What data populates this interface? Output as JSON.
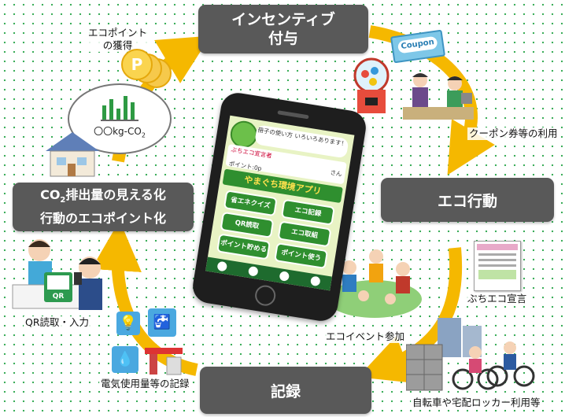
{
  "steps": {
    "incentive": "インセンティブ\n付与",
    "eco_action": "エコ行動",
    "record": "記録",
    "visualize_line1": "CO",
    "visualize_sub": "2",
    "visualize_line1_rest": "排出量の見える化",
    "visualize_line2": "行動のエコポイント化"
  },
  "labels": {
    "eco_point": "エコポイント\nの獲得",
    "coupon_use": "クーポン券等の利用",
    "declaration": "ぶちエコ宣言",
    "event": "エコイベント参加",
    "bike_locker": "自転車や宅配ロッカー利用等",
    "electricity": "電気使用量等の記録",
    "qr": "QR読取・入力"
  },
  "bubble": {
    "text_main": "〇〇kg-CO",
    "text_sub": "2"
  },
  "coupon_tag": "Coupon",
  "coin_letter": "P",
  "qr_badge": "QR",
  "phone": {
    "banner": "冊子の使い方 いろいろあります！",
    "card_title": "ぶちエコ宣言者",
    "card_name": "さん",
    "card_points": "ポイント:0p",
    "app_title": "やまぐち環境アプリ",
    "buttons": [
      "省エネクイズ",
      "エコ記録",
      "QR読取",
      "エコ取組",
      "ポイント貯める",
      "ポイント使う"
    ]
  },
  "colors": {
    "arrow": "#f5b800",
    "box": "#595959",
    "dots": "#3cae5a",
    "app_green": "#2f8f2f"
  }
}
